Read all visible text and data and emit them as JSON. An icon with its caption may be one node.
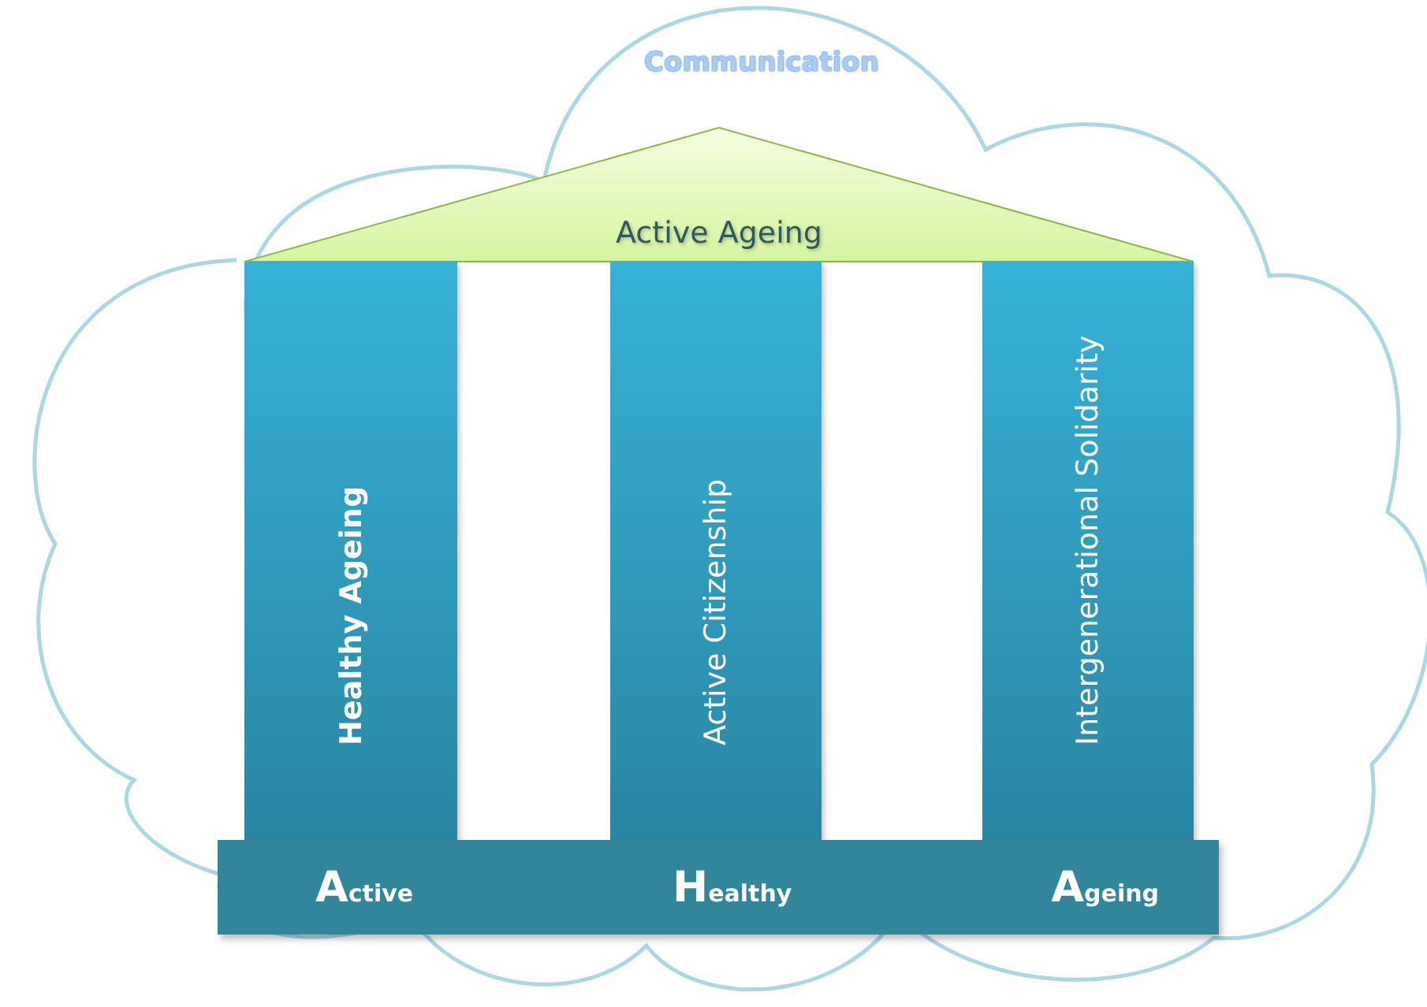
{
  "diagram": {
    "nodes": [
      {
        "text": [
          "Communication"
        ]
      },
      {
        "text": [
          "Active Ageing"
        ],
        "in": 0
      },
      {
        "text": [
          "Healthy Ageing"
        ],
        "in": 0
      },
      {
        "text": [
          "Active Citizenship"
        ],
        "in": 0
      },
      {
        "text": [
          "Intergenerational Solidarity"
        ],
        "in": 0
      },
      {
        "text": [
          "Active",
          "Healthy",
          "Ageing"
        ],
        "in": 0
      }
    ]
  }
}
